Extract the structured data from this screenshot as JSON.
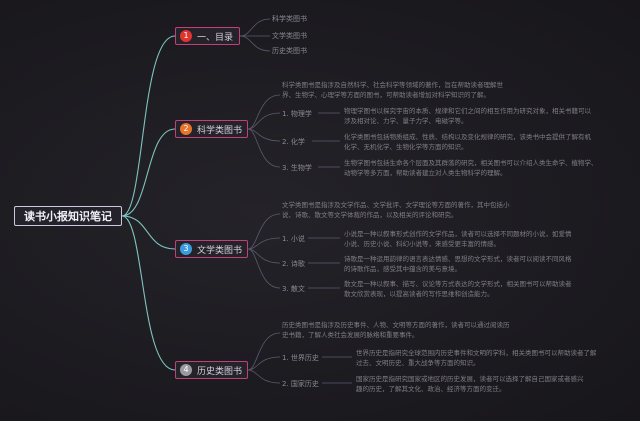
{
  "root": {
    "label": "读书小报知识笔记"
  },
  "branches": [
    {
      "num": "1",
      "label": "一、目录",
      "color": "#e0342e",
      "items": [
        "科学类图书",
        "文学类图书",
        "历史类图书"
      ]
    },
    {
      "num": "2",
      "label": "科学类图书",
      "color": "#e8732a",
      "intro": [
        "科学类图书是指涉及自然科学、社会科学等领域的著作，旨在帮助读者理解世",
        "界、生物学、心理学等方面的图书，可帮助读者增加对科学知识的了解。"
      ],
      "subs": [
        {
          "label": "1. 物理学",
          "desc": [
            "物理学图书以探究宇宙的本质、规律和它们之间的相互作用为研究对象，相关书籍可以",
            "涉及相对论、力学、量子力学、电磁学等。"
          ]
        },
        {
          "label": "2. 化学",
          "desc": [
            "化学类图书包括物质组成、性质、结构以及变化规律的研究，该类书中会提供了解有机",
            "化学、无机化学、生物化学等方面的知识。"
          ]
        },
        {
          "label": "3. 生物学",
          "desc": [
            "生物学图书包括生命各个层面及其群落的研究，相关图书可以介绍人类生命学、植物学、",
            "动物学等多方面，帮助读者建立对人类生物科学的理解。"
          ]
        }
      ]
    },
    {
      "num": "3",
      "label": "文学类图书",
      "color": "#3b9be0",
      "intro": [
        "文学类图书是指涉及文学作品、文学批评、文学理论等方面的著作，其中包括小",
        "说、诗歌、散文等文学体裁的作品，以及相关的评论和研究。"
      ],
      "subs": [
        {
          "label": "1. 小说",
          "desc": [
            "小说是一种以叙事形式创作的文学作品，读者可以选择不同题材的小说，如爱情",
            "小说、历史小说、科幻小说等，来感受更丰富的情感。"
          ]
        },
        {
          "label": "2. 诗歌",
          "desc": [
            "诗歌是一种运用韵律的语言表达情感、思想的文学形式，读者可以阅读不同风格",
            "的诗歌作品，感受其中蕴含的美与意境。"
          ]
        },
        {
          "label": "3. 散文",
          "desc": [
            "散文是一种以叙事、描写、议论等方式表达的文学形式，相关图书可以帮助读者",
            "散文欣赏表现，以提高读者的写作思维和创造能力。"
          ]
        }
      ]
    },
    {
      "num": "4",
      "label": "历史类图书",
      "color": "#9a9aa0",
      "intro": [
        "历史类图书是指涉及历史事件、人物、文明等方面的著作，读者可以通过阅读历",
        "史书籍，了解人类社会发展的脉络和重要事件。"
      ],
      "subs": [
        {
          "label": "1. 世界历史",
          "desc": [
            "世界历史是指研究全球范围内历史事件和文明的学科，相关类图书可以帮助读者了解",
            "过去、文明历史、重大战争等方面的知识。"
          ]
        },
        {
          "label": "2. 国家历史",
          "desc": [
            "国家历史是指研究国家或地区的历史发展，读者可以选择了解自己国家或者感兴",
            "趣的历史，了解其文化、政治、经济等方面的变迁。"
          ]
        }
      ]
    }
  ]
}
